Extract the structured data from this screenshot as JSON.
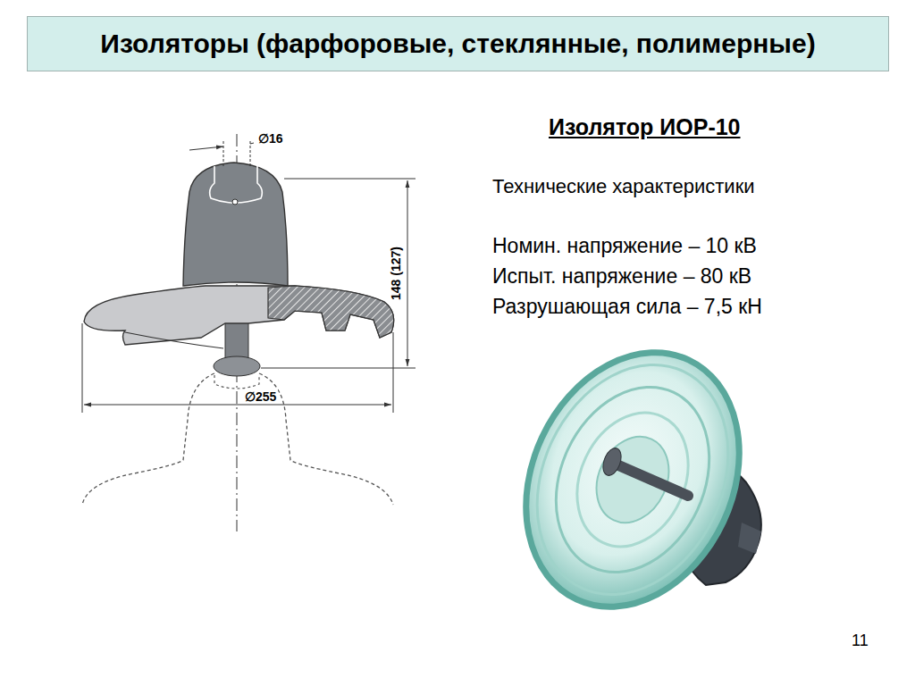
{
  "diagram": {
    "title": "Изоляторы (фарфоровые, стеклянные, полимерные)",
    "labels": [
      "Изолятор ИОР-10",
      "Технические характеристики",
      "Номин. напряжение – 10 кВ",
      "Испыт. напряжение – 80 кВ",
      "Разрушающая сила – 7,5 кН",
      "∅16",
      "148 (127)",
      "∅255",
      "11"
    ]
  }
}
